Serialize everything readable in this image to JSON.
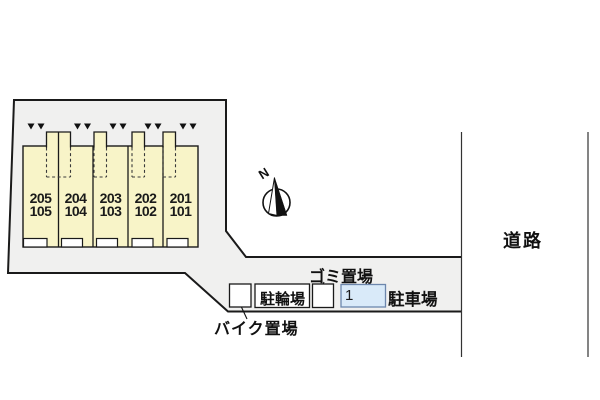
{
  "building": {
    "units": [
      {
        "upper": "205",
        "lower": "105"
      },
      {
        "upper": "204",
        "lower": "104"
      },
      {
        "upper": "203",
        "lower": "103"
      },
      {
        "upper": "202",
        "lower": "102"
      },
      {
        "upper": "201",
        "lower": "101"
      }
    ]
  },
  "facilities": {
    "bike_storage_label": "バイク置場",
    "bicycle_parking_label": "駐輪場",
    "garbage_area_label": "ゴミ置場",
    "car_parking_label": "駐車場",
    "parking_space_number": "1"
  },
  "road_label": "道路",
  "compass": {
    "north_label": "N"
  },
  "colors": {
    "site_fill": "#f0f0ef",
    "building_fill": "#f8f4c8",
    "outline": "#1a1a1a",
    "parking_space_fill": "#d9eaf9",
    "parking_space_border": "#6d87ad"
  }
}
